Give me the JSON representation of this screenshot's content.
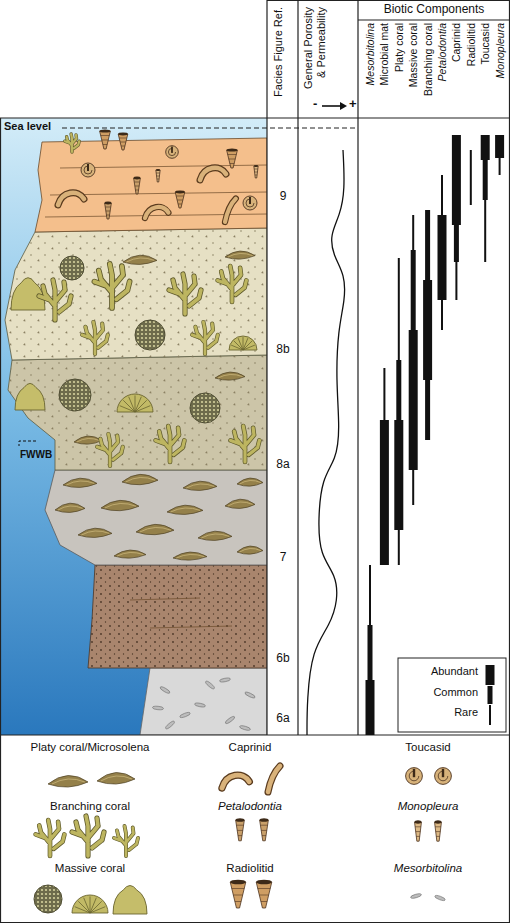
{
  "diagram": {
    "labels": [
      "Biotic Components",
      "Facies Figure Ref.",
      "General Porosity & Permeability",
      "-",
      "+",
      "Mesorbitolina",
      "Microbial mat",
      "Platy coral",
      "Massive coral",
      "Branching coral",
      "Petalodontia",
      "Caprinid",
      "Radiolitid",
      "Toucasid",
      "Monopleura",
      "Sea level",
      "FWWB",
      "9",
      "8b",
      "8a",
      "7",
      "6b",
      "6a"
    ],
    "legend": [
      {
        "text": "Abundant"
      },
      {
        "text": "Common"
      },
      {
        "text": "Rare"
      },
      {
        "text": "Platy coral/Microsolena"
      },
      {
        "text": "Caprinid"
      },
      {
        "text": "Toucasid"
      },
      {
        "text": "Branching coral"
      },
      {
        "text": "Petalodontia"
      },
      {
        "text": "Monopleura"
      },
      {
        "text": "Massive coral"
      },
      {
        "text": "Radiolitid"
      },
      {
        "text": "Mesorbitolina"
      }
    ]
  }
}
